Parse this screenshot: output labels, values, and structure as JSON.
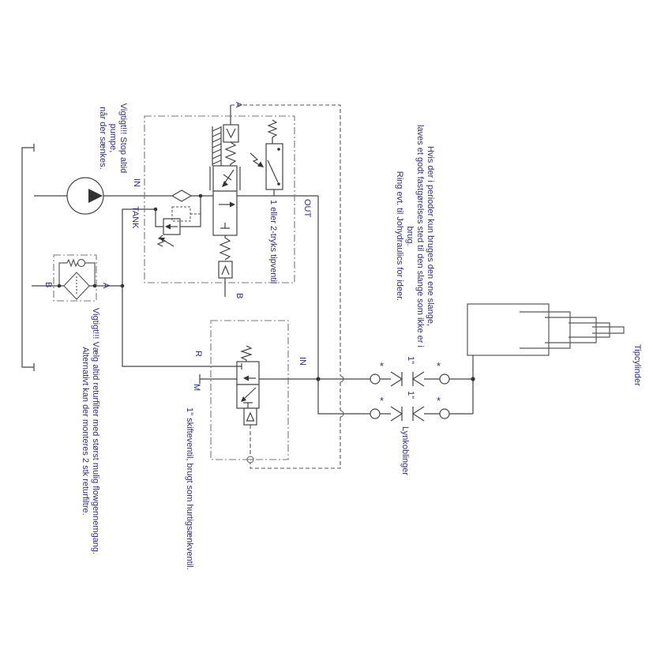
{
  "colors": {
    "text": "#2f2f7d",
    "line": "#444444",
    "boundary": "#787878"
  },
  "notes": {
    "pump_warning": {
      "lines": [
        "Vigtigt!!! Stop altid pumpe,",
        "når der sænkes."
      ]
    },
    "filter_warning": {
      "lines": [
        "Vigtigt!!! Vælg altid returfilter med størst mulig flowgennemgang.",
        "Alternativt kan der monteres 2 stk returfiltre."
      ]
    },
    "hose_note": {
      "lines": [
        "Hvis der i perioder kun bruges den ene slange,",
        "laves et godt fastgørelses sted til den slange som ikke er i brug.",
        "Ring evt. til Johydraulics for ideer."
      ]
    },
    "tip_valve_note": "1 eller 2-tryks tipventil",
    "shuttle_valve_note": "1\" skifteventil, brugt som hurtigsænkventil."
  },
  "labels": {
    "valve_in": "IN",
    "tank": "TANK",
    "valve_out": "OUT",
    "port_a": "A",
    "port_b": "B",
    "filter_b": "B",
    "filter_a": "A",
    "shuttle_r": "R",
    "shuttle_m": "M",
    "shuttle_in": "IN",
    "coupling_size": "1\"",
    "couplings": "Lynkoblinger",
    "cylinder": "Tipcylinder",
    "star": "*"
  }
}
